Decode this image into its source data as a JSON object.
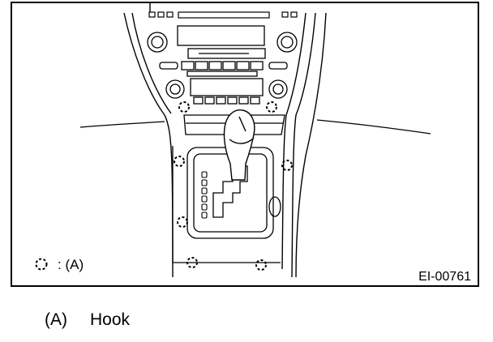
{
  "figure": {
    "code": "EI-00761",
    "legend": {
      "marker_label": ": (A)"
    }
  },
  "caption": {
    "tag": "(A)",
    "text": "Hook"
  }
}
